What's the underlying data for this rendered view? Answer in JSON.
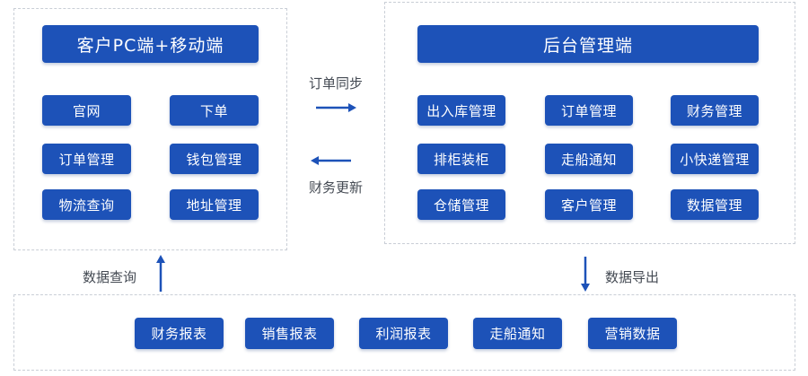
{
  "colors": {
    "accent": "#1d52b8",
    "border": "#c9ced6",
    "text": "#444a53"
  },
  "client_panel": {
    "title": "客户PC端+移动端",
    "items": [
      "官网",
      "下单",
      "订单管理",
      "钱包管理",
      "物流查询",
      "地址管理"
    ]
  },
  "admin_panel": {
    "title": "后台管理端",
    "items": [
      "出入库管理",
      "订单管理",
      "财务管理",
      "排柜装柜",
      "走船通知",
      "小快递管理",
      "仓储管理",
      "客户管理",
      "数据管理"
    ]
  },
  "reports_panel": {
    "items": [
      "财务报表",
      "销售报表",
      "利润报表",
      "走船通知",
      "营销数据"
    ]
  },
  "flows": {
    "order_sync": "订单同步",
    "finance_update": "财务更新",
    "data_query": "数据查询",
    "data_export": "数据导出"
  }
}
